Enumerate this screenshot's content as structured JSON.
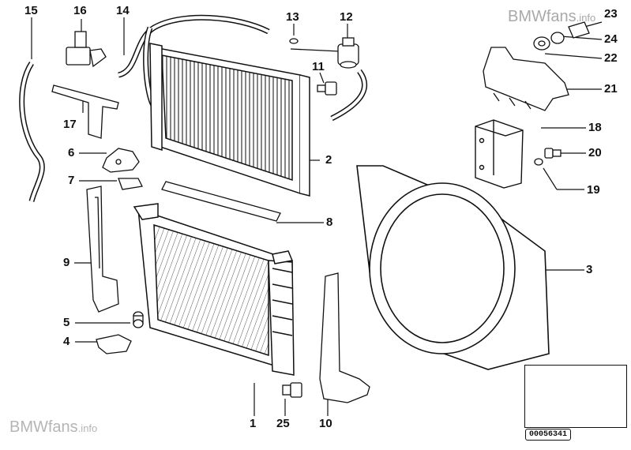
{
  "diagram": {
    "part_numbers": [
      "1",
      "2",
      "3",
      "4",
      "5",
      "6",
      "7",
      "8",
      "9",
      "10",
      "11",
      "12",
      "13",
      "14",
      "15",
      "16",
      "17",
      "18",
      "19",
      "20",
      "21",
      "22",
      "23",
      "24",
      "25"
    ],
    "diagram_code": "00056341"
  },
  "watermarks": {
    "bottom_left": {
      "brand": "BMWfans",
      "suffix": ".info"
    },
    "top_right": {
      "brand": "BMWfans",
      "suffix": ".info"
    }
  },
  "colors": {
    "line": "#111111",
    "watermark": "#b5b5b5"
  }
}
